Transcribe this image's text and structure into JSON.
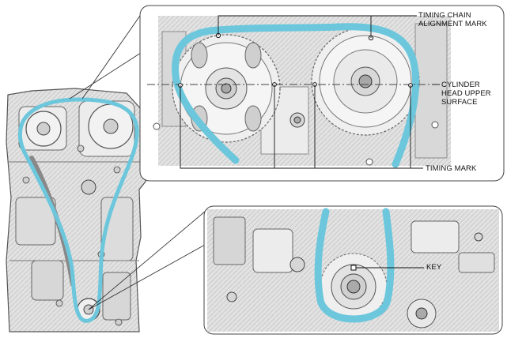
{
  "labels": {
    "timing_chain_line1": "TIMING CHAIN",
    "timing_chain_line2": "ALIGNMENT MARK",
    "cylinder_line1": "CYLINDER",
    "cylinder_line2": "HEAD UPPER",
    "cylinder_line3": "SURFACE",
    "timing_mark": "TIMING MARK",
    "key": "KEY"
  },
  "colors": {
    "chain": "#6cc7dc",
    "engine_fill": "#e6e6e6",
    "engine_line": "#555555",
    "panel_border": "#444444",
    "leader": "#111111"
  }
}
